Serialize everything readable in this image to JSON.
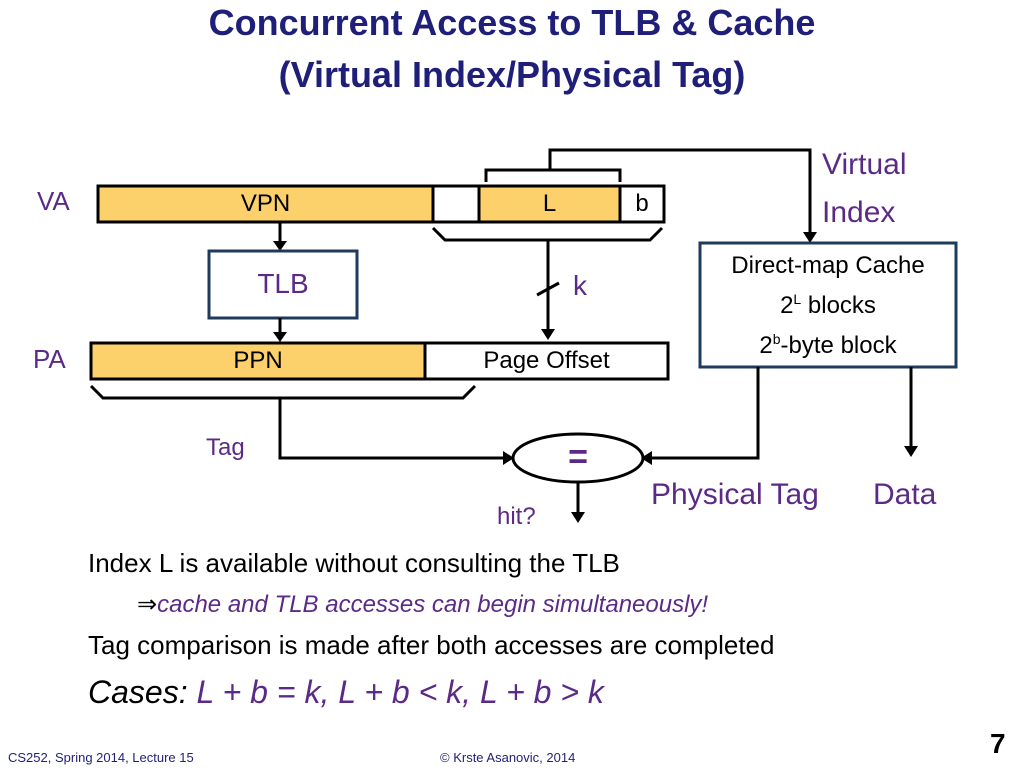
{
  "title": {
    "line1": "Concurrent Access to TLB & Cache",
    "line2": "(Virtual Index/Physical Tag)"
  },
  "diagram": {
    "va_label": "VA",
    "pa_label": "PA",
    "vpn": "VPN",
    "l_field": "L",
    "b_field": "b",
    "tlb": "TLB",
    "k_label": "k",
    "ppn": "PPN",
    "page_offset": "Page Offset",
    "virtual_index_line1": "Virtual",
    "virtual_index_line2": "Index",
    "cache_line1": "Direct-map Cache",
    "cache_line2_base": "2",
    "cache_line2_sup": "L",
    "cache_line2_rest": " blocks",
    "cache_line3_base": "2",
    "cache_line3_sup": "b",
    "cache_line3_rest": "-byte block",
    "tag_label": "Tag",
    "compare_symbol": "=",
    "hit_label": "hit?",
    "physical_tag_label": "Physical Tag",
    "data_label": "Data"
  },
  "notes": {
    "line1": "Index L is available without consulting the TLB",
    "line2_marker": "⇒",
    "line2": "cache and TLB accesses can begin simultaneously!",
    "line3": "Tag comparison is made after both accesses are completed",
    "cases_label": "Cases:",
    "cases_text": " L + b = k,  L + b < k,  L + b > k"
  },
  "footer": {
    "left": "CS252, Spring 2014, Lecture 15",
    "center": "© Krste Asanovic, 2014",
    "page": "7"
  },
  "colors": {
    "title": "#1f1f7a",
    "accent_purple": "#5b2a86",
    "field_fill": "#fcd06b"
  }
}
